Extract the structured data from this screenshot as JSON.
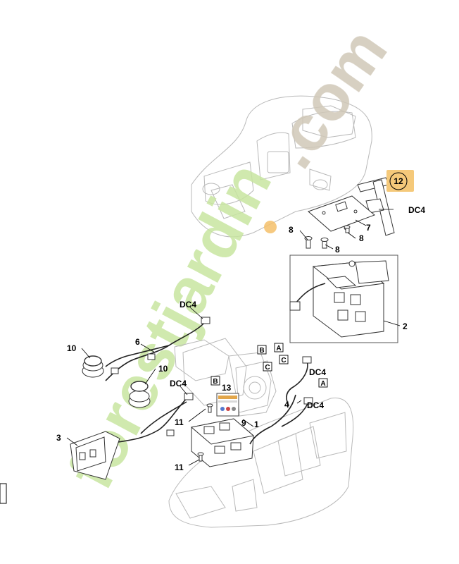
{
  "diagram": {
    "callouts": {
      "c1": "1",
      "c2": "2",
      "c3": "3",
      "c4": "4",
      "c6": "6",
      "c7": "7",
      "c8a": "8",
      "c8b": "8",
      "c8c": "8",
      "c9": "9",
      "c10a": "10",
      "c10b": "10",
      "c11a": "11",
      "c11b": "11",
      "c12": "12",
      "c13": "13"
    },
    "connectors": {
      "dc4_top_right": "DC4",
      "dc4_wire_left": "DC4",
      "dc4_mid": "DC4",
      "dc4_right_a": "DC4",
      "dc4_right_b": "DC4"
    },
    "letters": {
      "b1": "B",
      "a1": "A",
      "c1": "C",
      "c2": "C",
      "b2": "B",
      "a2": "A"
    },
    "colors": {
      "highlight": "#f5c97a",
      "watermark_green": "#c8e6a0",
      "watermark_orange": "#f5c06a",
      "watermark_grey": "#d0c8b8"
    },
    "watermark": {
      "green_text": "forestjardin",
      "grey_text": ".com"
    }
  }
}
